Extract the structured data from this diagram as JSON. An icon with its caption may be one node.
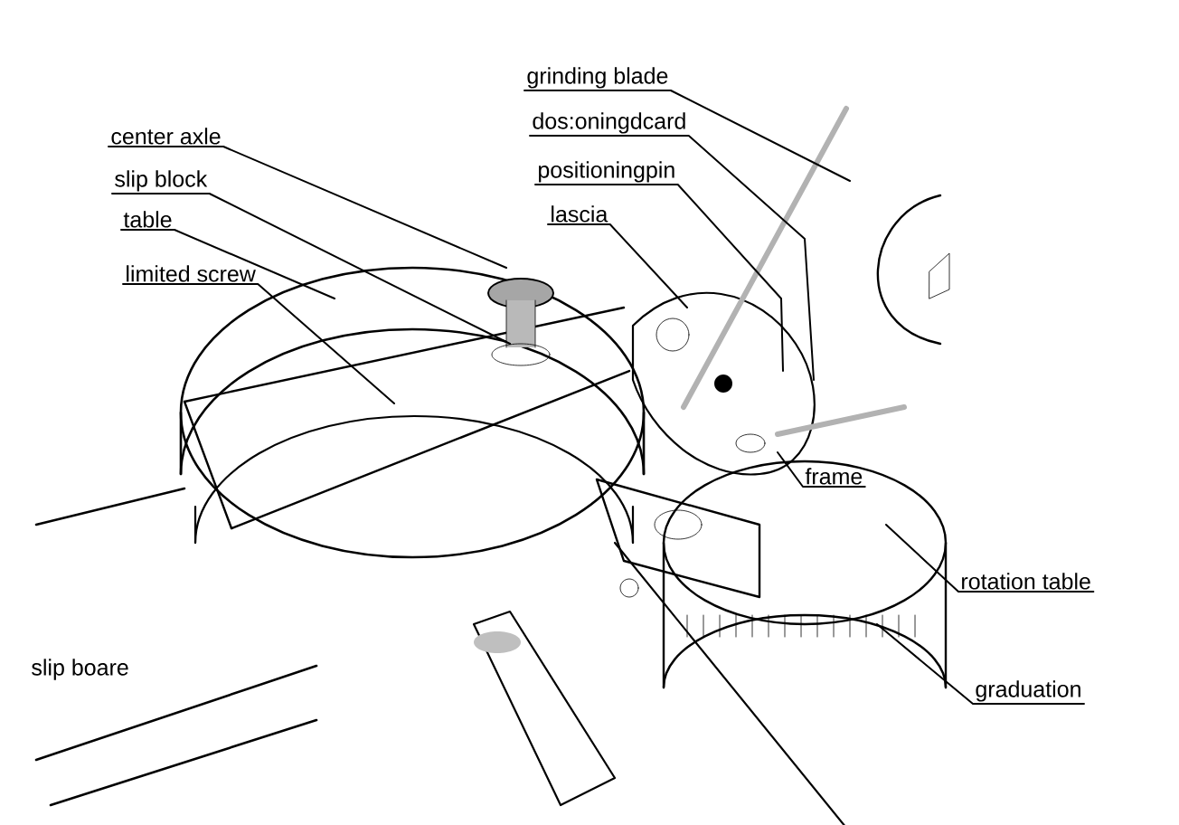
{
  "diagram": {
    "nodes": [
      {
        "text": [
          "grinding blade"
        ]
      },
      {
        "text": [
          "dos:oningdcard"
        ]
      },
      {
        "text": [
          "positioningpin"
        ]
      },
      {
        "text": [
          "lascia"
        ]
      },
      {
        "text": [
          "center axle"
        ]
      },
      {
        "text": [
          "slip block"
        ]
      },
      {
        "text": [
          "table"
        ]
      },
      {
        "text": [
          "limited screw"
        ]
      },
      {
        "text": [
          "frame"
        ]
      },
      {
        "text": [
          "rotation table"
        ]
      },
      {
        "text": [
          "graduation"
        ]
      }
    ],
    "edges": [
      {
        "from": 0,
        "to": null,
        "arrow": "none"
      },
      {
        "from": 1,
        "to": null,
        "arrow": "none"
      },
      {
        "from": 2,
        "to": null,
        "arrow": "none"
      },
      {
        "from": 3,
        "to": null,
        "arrow": "none"
      },
      {
        "from": 4,
        "to": null,
        "arrow": "none"
      },
      {
        "from": 5,
        "to": null,
        "arrow": "none"
      },
      {
        "from": 6,
        "to": null,
        "arrow": "none"
      },
      {
        "from": 7,
        "to": null,
        "arrow": "none"
      },
      {
        "from": 8,
        "to": null,
        "arrow": "none"
      },
      {
        "from": 9,
        "to": null,
        "arrow": "none"
      },
      {
        "from": 10,
        "to": null,
        "arrow": "none"
      }
    ],
    "labels": [
      "slip boare"
    ]
  }
}
